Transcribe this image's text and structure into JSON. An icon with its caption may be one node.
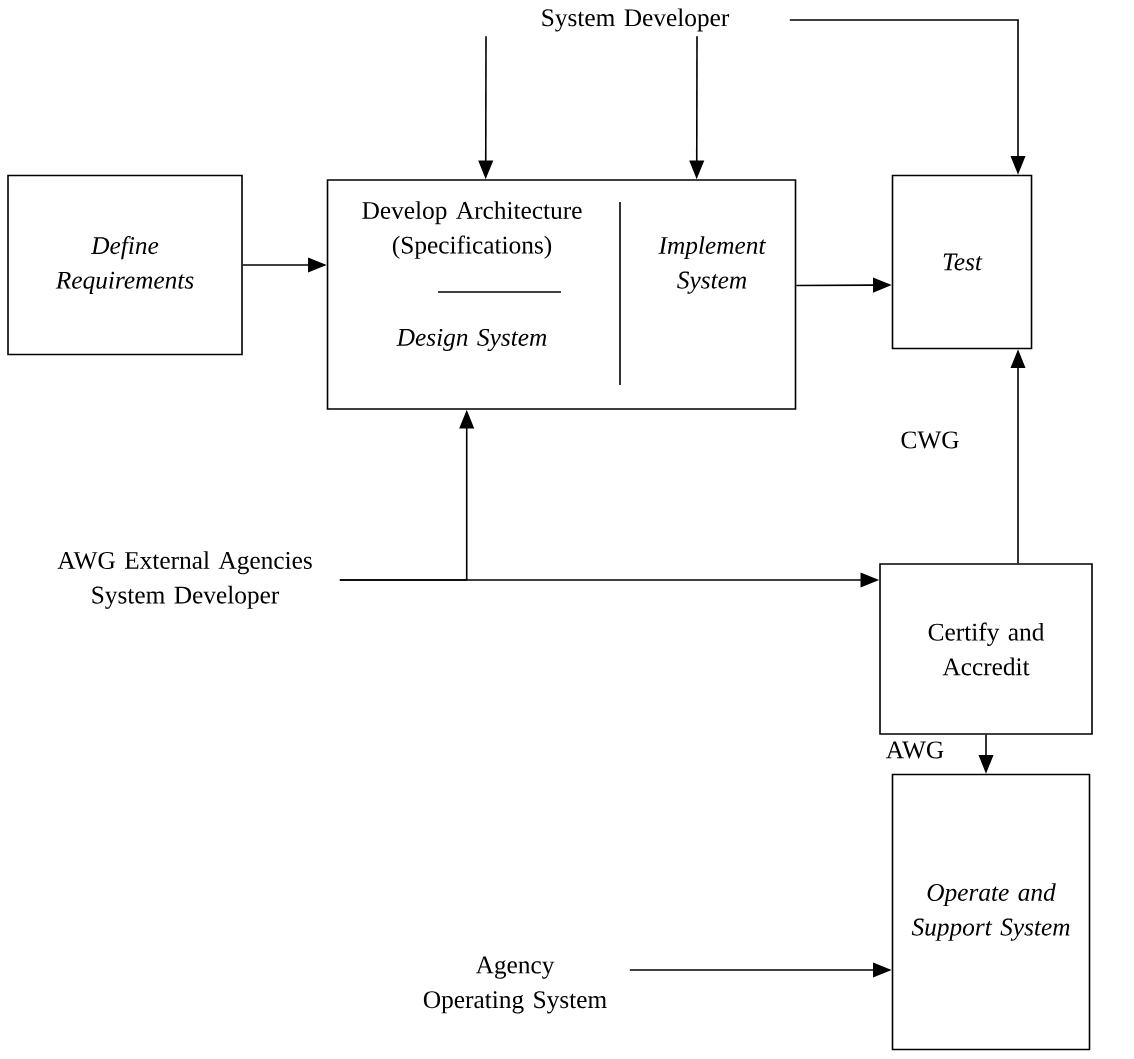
{
  "diagram": {
    "nodes": [
      {
        "text": [
          "System Developer"
        ]
      },
      {
        "text": [
          "Define Requirements"
        ]
      },
      {
        "text": [
          "Develop Architecture (Specifications)",
          "Design System",
          "Implement System"
        ]
      },
      {
        "text": [
          "Test"
        ]
      },
      {
        "text": [
          "AWG External Agencies System Developer"
        ]
      },
      {
        "text": [
          "Certify and Accredit"
        ]
      },
      {
        "text": [
          "Operate and Support System"
        ]
      },
      {
        "text": [
          "Agency Operating System"
        ]
      }
    ],
    "edges": [
      {
        "from": 0,
        "to": 2,
        "arrow": "to"
      },
      {
        "from": 0,
        "to": 2,
        "arrow": "to"
      },
      {
        "from": 0,
        "to": 3,
        "arrow": "to"
      },
      {
        "from": 1,
        "to": 2,
        "arrow": "to"
      },
      {
        "from": 2,
        "to": 3,
        "arrow": "to"
      },
      {
        "from": 4,
        "to": 5,
        "arrow": "to"
      },
      {
        "from": 4,
        "to": 2,
        "arrow": "to"
      },
      {
        "from": 5,
        "to": 3,
        "arrow": "to",
        "label": "CWG"
      },
      {
        "from": 5,
        "to": 6,
        "arrow": "to",
        "label": "AWG"
      },
      {
        "from": 7,
        "to": 6,
        "arrow": "to"
      }
    ]
  }
}
